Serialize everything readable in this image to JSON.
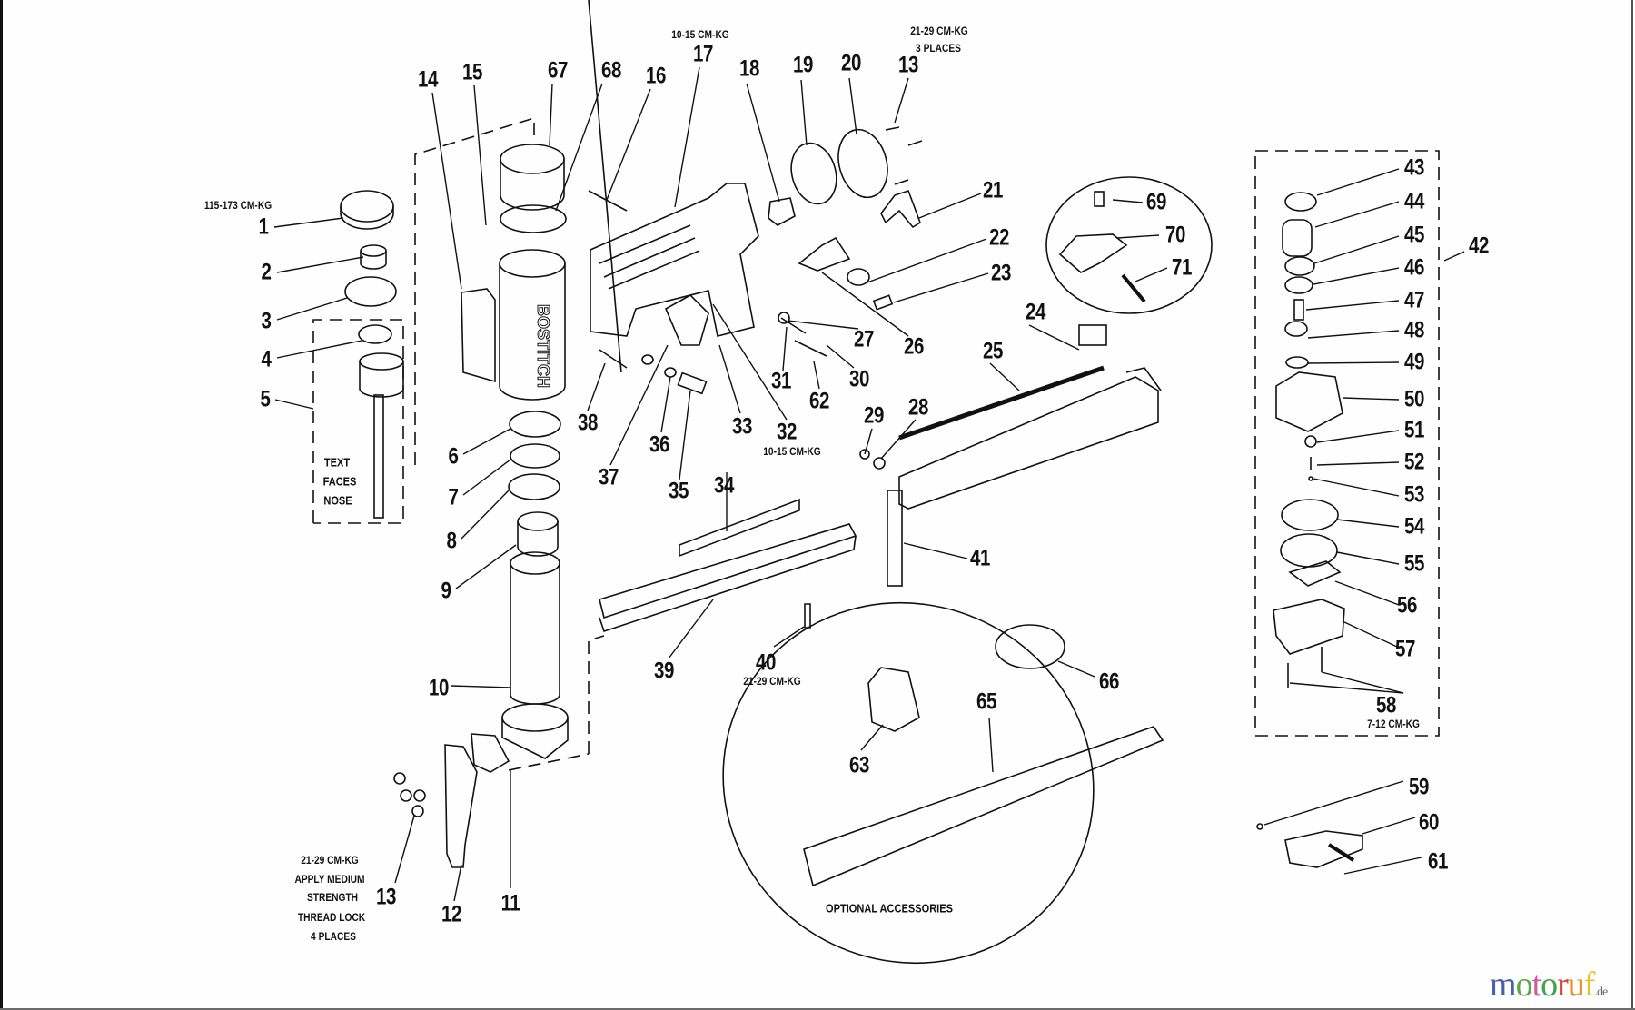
{
  "document": {
    "type": "exploded parts diagram",
    "brand_marking": "BOSTITCH"
  },
  "callouts": [
    {
      "id": "1",
      "label": "1"
    },
    {
      "id": "2",
      "label": "2"
    },
    {
      "id": "3",
      "label": "3"
    },
    {
      "id": "4",
      "label": "4"
    },
    {
      "id": "5",
      "label": "5"
    },
    {
      "id": "6",
      "label": "6"
    },
    {
      "id": "7",
      "label": "7"
    },
    {
      "id": "8",
      "label": "8"
    },
    {
      "id": "9",
      "label": "9"
    },
    {
      "id": "10",
      "label": "10"
    },
    {
      "id": "11",
      "label": "11"
    },
    {
      "id": "12",
      "label": "12"
    },
    {
      "id": "13a",
      "label": "13"
    },
    {
      "id": "13b",
      "label": "13"
    },
    {
      "id": "14",
      "label": "14"
    },
    {
      "id": "15",
      "label": "15"
    },
    {
      "id": "16",
      "label": "16"
    },
    {
      "id": "17",
      "label": "17"
    },
    {
      "id": "18",
      "label": "18"
    },
    {
      "id": "19",
      "label": "19"
    },
    {
      "id": "20",
      "label": "20"
    },
    {
      "id": "21",
      "label": "21"
    },
    {
      "id": "22",
      "label": "22"
    },
    {
      "id": "23",
      "label": "23"
    },
    {
      "id": "24",
      "label": "24"
    },
    {
      "id": "25",
      "label": "25"
    },
    {
      "id": "26",
      "label": "26"
    },
    {
      "id": "27",
      "label": "27"
    },
    {
      "id": "28",
      "label": "28"
    },
    {
      "id": "29",
      "label": "29"
    },
    {
      "id": "30",
      "label": "30"
    },
    {
      "id": "31",
      "label": "31"
    },
    {
      "id": "32",
      "label": "32"
    },
    {
      "id": "33",
      "label": "33"
    },
    {
      "id": "34",
      "label": "34"
    },
    {
      "id": "35",
      "label": "35"
    },
    {
      "id": "36",
      "label": "36"
    },
    {
      "id": "37",
      "label": "37"
    },
    {
      "id": "38",
      "label": "38"
    },
    {
      "id": "39",
      "label": "39"
    },
    {
      "id": "40",
      "label": "40"
    },
    {
      "id": "41",
      "label": "41"
    },
    {
      "id": "42",
      "label": "42"
    },
    {
      "id": "43",
      "label": "43"
    },
    {
      "id": "44",
      "label": "44"
    },
    {
      "id": "45",
      "label": "45"
    },
    {
      "id": "46",
      "label": "46"
    },
    {
      "id": "47",
      "label": "47"
    },
    {
      "id": "48",
      "label": "48"
    },
    {
      "id": "49",
      "label": "49"
    },
    {
      "id": "50",
      "label": "50"
    },
    {
      "id": "51",
      "label": "51"
    },
    {
      "id": "52",
      "label": "52"
    },
    {
      "id": "53",
      "label": "53"
    },
    {
      "id": "54",
      "label": "54"
    },
    {
      "id": "55",
      "label": "55"
    },
    {
      "id": "56",
      "label": "56"
    },
    {
      "id": "57",
      "label": "57"
    },
    {
      "id": "58",
      "label": "58"
    },
    {
      "id": "59",
      "label": "59"
    },
    {
      "id": "60",
      "label": "60"
    },
    {
      "id": "61",
      "label": "61"
    },
    {
      "id": "62",
      "label": "62"
    },
    {
      "id": "63",
      "label": "63"
    },
    {
      "id": "65",
      "label": "65"
    },
    {
      "id": "66",
      "label": "66"
    },
    {
      "id": "67",
      "label": "67"
    },
    {
      "id": "68",
      "label": "68"
    },
    {
      "id": "69",
      "label": "69"
    },
    {
      "id": "70",
      "label": "70"
    },
    {
      "id": "71",
      "label": "71"
    }
  ],
  "notes": {
    "torque_1": "115-173 CM-KG",
    "torque_17": "10-15 CM-KG",
    "torque_13_top": "21-29 CM-KG",
    "places_13_top": "3 PLACES",
    "torque_32": "10-15 CM-KG",
    "torque_40": "21-29 CM-KG",
    "torque_58": "7-12 CM-KG",
    "text_faces_nose": [
      "TEXT",
      "FACES",
      "NOSE"
    ],
    "bottom_13": [
      "21-29 CM-KG",
      "APPLY MEDIUM",
      "STRENGTH",
      "THREAD LOCK",
      "4 PLACES"
    ],
    "optional_accessories": "OPTIONAL ACCESSORIES"
  },
  "watermark": {
    "letters": [
      {
        "ch": "m",
        "color": "#4a5fb0"
      },
      {
        "ch": "o",
        "color": "#5aa84a"
      },
      {
        "ch": "t",
        "color": "#d2569a"
      },
      {
        "ch": "o",
        "color": "#3ea34c"
      },
      {
        "ch": "r",
        "color": "#d2452e"
      },
      {
        "ch": "u",
        "color": "#e88d27"
      },
      {
        "ch": "f",
        "color": "#e8c12a"
      }
    ],
    "suffix": ".de"
  }
}
